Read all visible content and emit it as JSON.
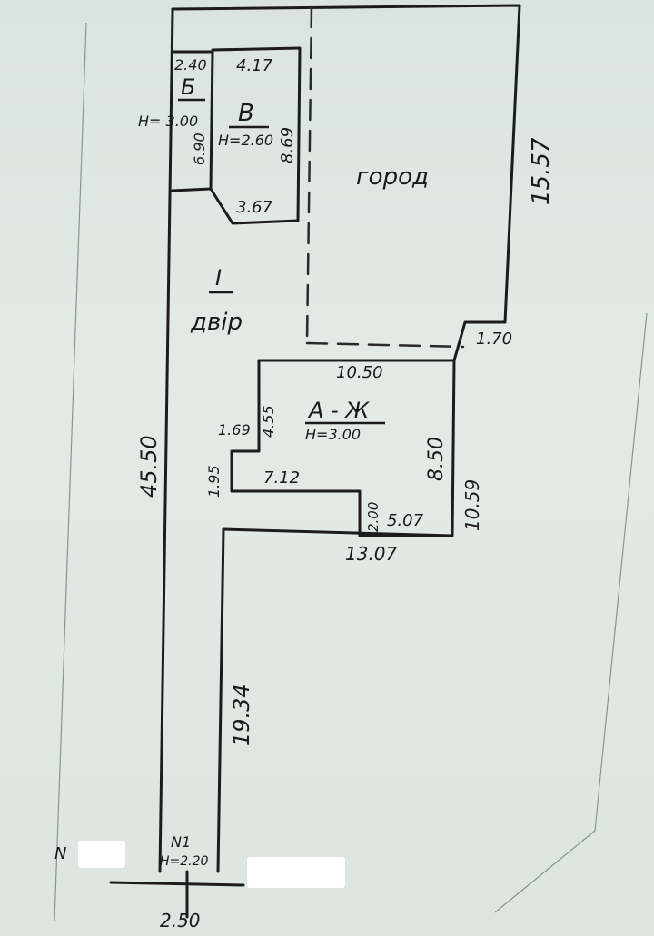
{
  "plan": {
    "labels": {
      "b_letter": "Б",
      "b_height": "Н= 3.00",
      "b_width_top": "2.40",
      "b_depth": "6.90",
      "v_letter": "В",
      "v_height": "Н=2.60",
      "v_top": "4.17",
      "v_side": "8.69",
      "v_bottom": "3.67",
      "garden": "город",
      "garden_side": "15.57",
      "yard_roman": "І",
      "yard": "двір",
      "notch_width": "1.70",
      "a_letter": "А - Ж",
      "a_height": "Н=3.00",
      "a_top": "10.50",
      "a_right_inner": "8.50",
      "a_right_outer": "10.59",
      "a_left_upper": "4.55",
      "a_step": "1.69",
      "a_left_mid": "1.95",
      "a_mid": "7.12",
      "a_inner_step": "2.00",
      "a_inner_bottom": "5.07",
      "a_bottom": "13.07",
      "lot_left": "45.50",
      "lane": "19.34",
      "gate_no": "N1",
      "gate_height": "Н=2.20",
      "bottom_width": "2.50",
      "n_prefix": "N"
    }
  }
}
